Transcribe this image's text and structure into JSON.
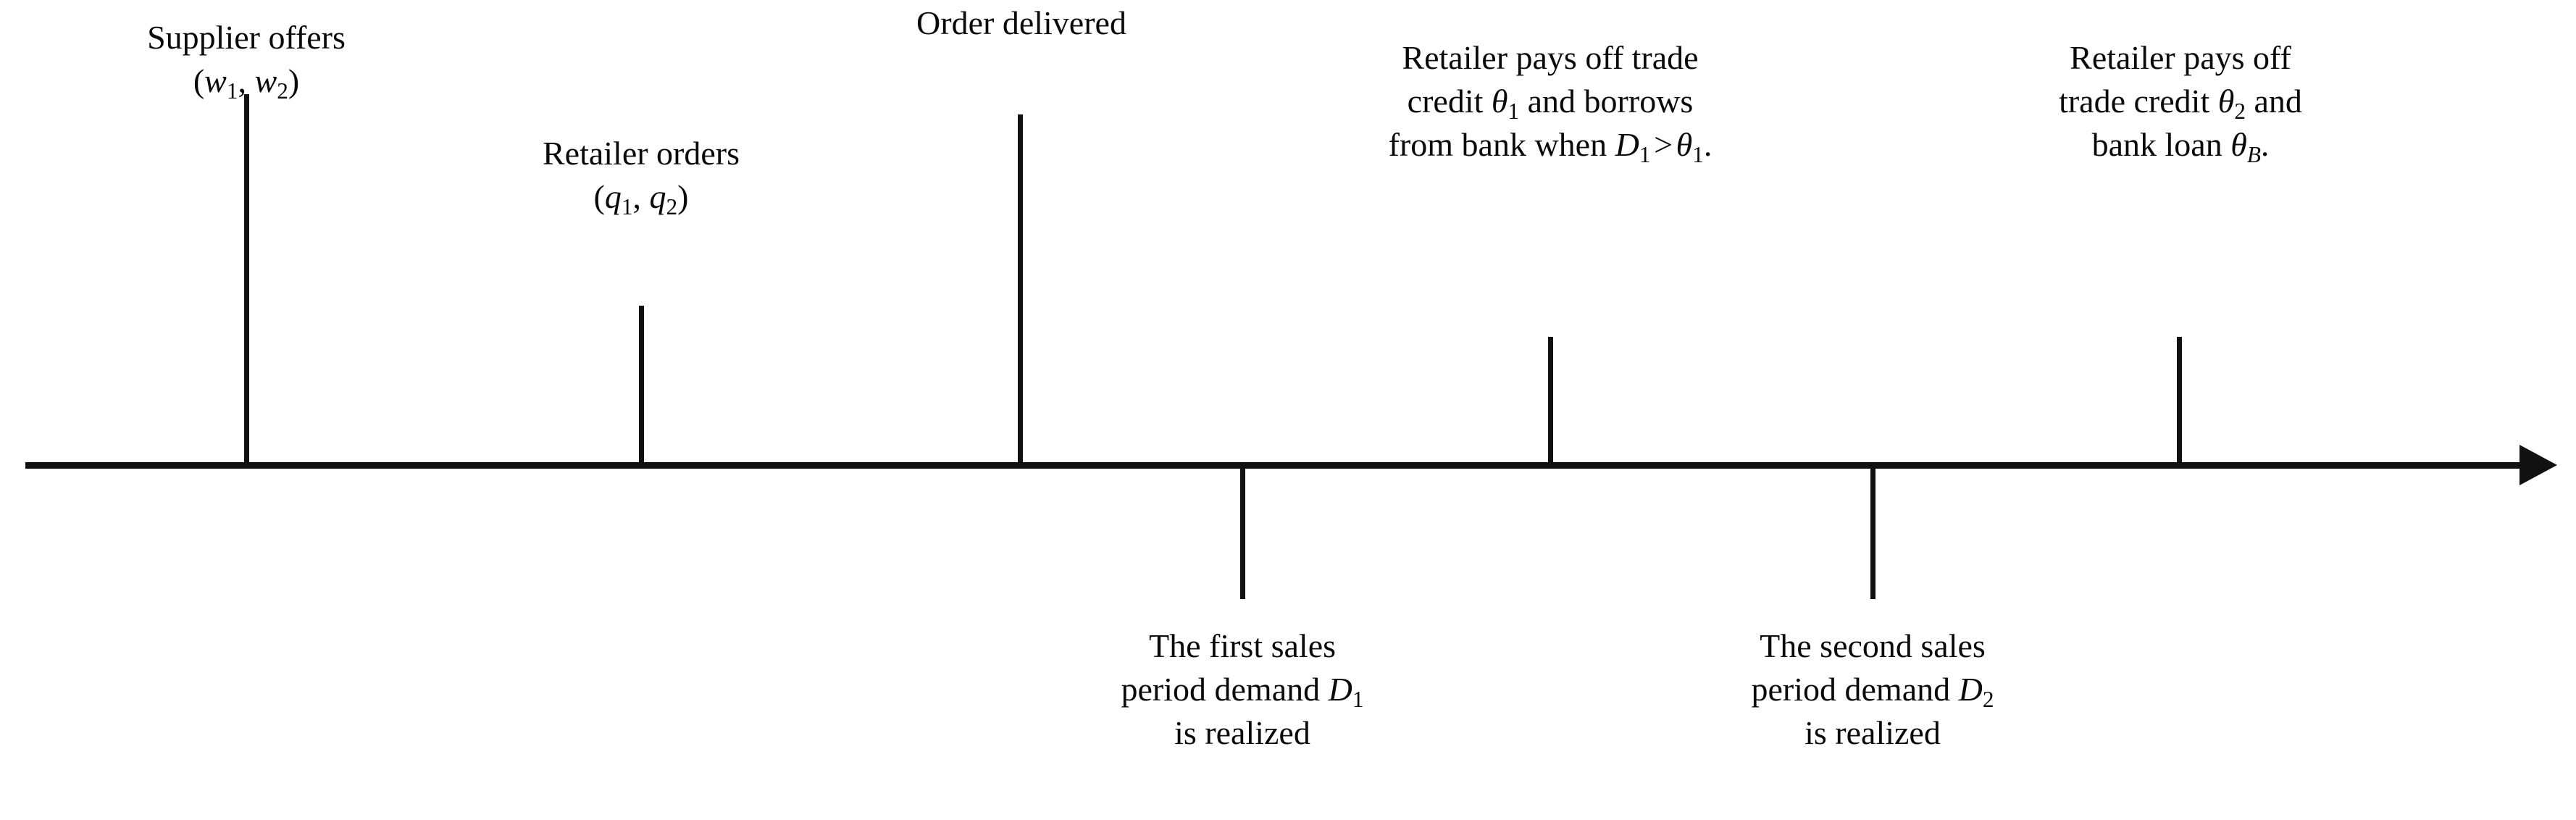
{
  "diagram": {
    "type": "timeline",
    "title": "",
    "axis": {
      "orientation": "horizontal",
      "arrow_direction": "right",
      "color": "#111111"
    },
    "events_above": [
      {
        "id": "supplier-offers",
        "lines": [
          "Supplier offers",
          "(w₁, w₂)"
        ],
        "line1": "Supplier offers",
        "math_open": "(",
        "math_var1": "w",
        "math_sub1": "1",
        "math_comma": ", ",
        "math_var2": "w",
        "math_sub2": "2",
        "math_close": ")"
      },
      {
        "id": "retailer-orders",
        "lines": [
          "Retailer orders",
          "(q₁, q₂)"
        ],
        "line1": "Retailer orders",
        "math_open": "(",
        "math_var1": "q",
        "math_sub1": "1",
        "math_comma": ", ",
        "math_var2": "q",
        "math_sub2": "2",
        "math_close": ")"
      },
      {
        "id": "order-delivered",
        "lines": [
          "Order delivered"
        ],
        "line1": "Order delivered"
      },
      {
        "id": "retailer-pays-trade-credit-1",
        "lines": [
          "Retailer pays off trade",
          "credit θ₁ and borrows",
          "from bank when D₁ > θ₁."
        ],
        "line1": "Retailer pays off trade",
        "line2_a": "credit ",
        "line2_theta": "θ",
        "line2_sub": "1",
        "line2_b": " and borrows",
        "line3_a": "from bank when ",
        "line3_d": "D",
        "line3_dsub": "1",
        "line3_gt": ">",
        "line3_theta": "θ",
        "line3_tsub": "1",
        "line3_end": "."
      },
      {
        "id": "retailer-pays-trade-credit-2",
        "lines": [
          "Retailer pays off",
          "trade credit θ₂ and",
          "bank loan θ_B."
        ],
        "line1": "Retailer pays off",
        "line2_a": "trade credit ",
        "line2_theta": "θ",
        "line2_sub": "2",
        "line2_b": " and",
        "line3_a": "bank loan ",
        "line3_theta": "θ",
        "line3_sub": "B",
        "line3_end": "."
      }
    ],
    "events_below": [
      {
        "id": "first-sales-period",
        "lines": [
          "The first sales",
          "period demand D₁",
          "is realized"
        ],
        "line1": "The first sales",
        "line2_a": "period demand ",
        "line2_d": "D",
        "line2_sub": "1",
        "line3": "is realized"
      },
      {
        "id": "second-sales-period",
        "lines": [
          "The second sales",
          "period demand D₂",
          "is realized"
        ],
        "line1": "The second sales",
        "line2_a": "period demand ",
        "line2_d": "D",
        "line2_sub": "2",
        "line3": "is realized"
      }
    ]
  }
}
